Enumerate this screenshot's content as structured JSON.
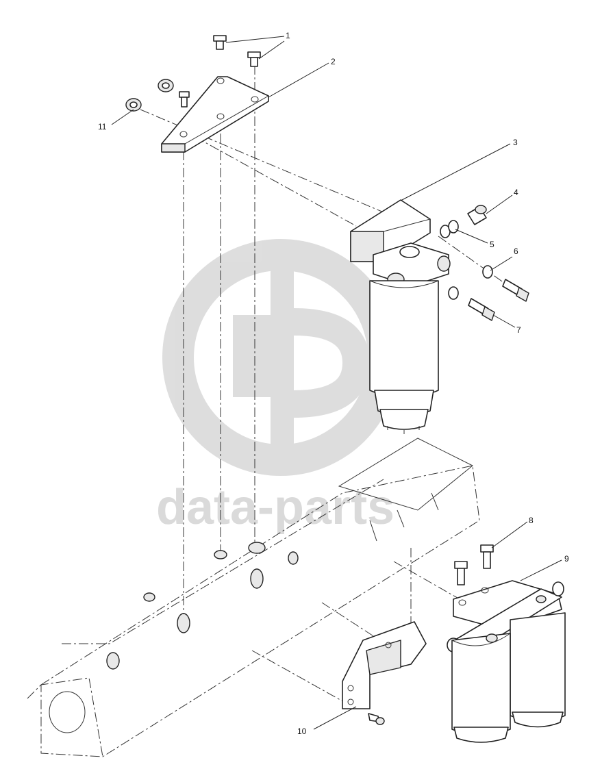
{
  "diagram": {
    "type": "exploded-parts-view",
    "callouts": [
      {
        "label": "1"
      },
      {
        "label": "2"
      },
      {
        "label": "3"
      },
      {
        "label": "4"
      },
      {
        "label": "5"
      },
      {
        "label": "6"
      },
      {
        "label": "7"
      },
      {
        "label": "8"
      },
      {
        "label": "9"
      },
      {
        "label": "10"
      },
      {
        "label": "11"
      }
    ]
  },
  "watermark": {
    "text": "data-parts",
    "color": "#bdbdbd"
  },
  "colors": {
    "line": "#222222",
    "background": "#ffffff"
  }
}
